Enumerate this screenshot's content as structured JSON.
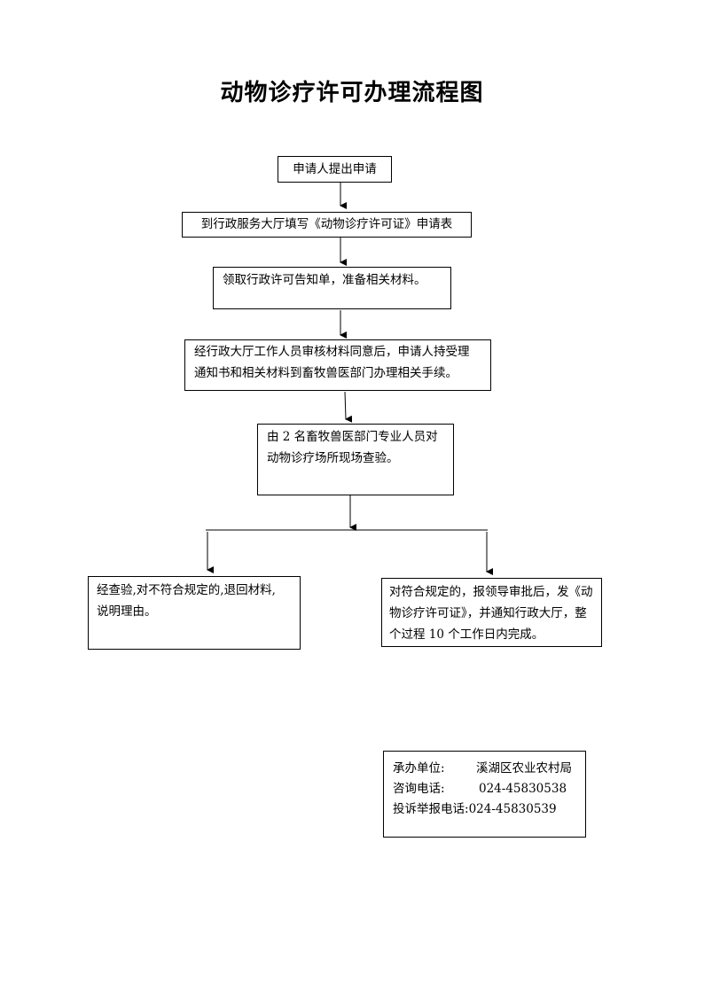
{
  "title": "动物诊疗许可办理流程图",
  "steps": {
    "step1": "申请人提出申请",
    "step2": "到行政服务大厅填写《动物诊疗许可证》申请表",
    "step3": "领取行政许可告知单，准备相关材料。",
    "step4": {
      "line1": "经行政大厅工作人员审核材料同意后，申请人持受理",
      "line2": "通知书和相关材料到畜牧兽医部门办理相关手续。"
    },
    "step5": {
      "line1": "由 2 名畜牧兽医部门专业人员对",
      "line2": "动物诊疗场所现场查验。"
    }
  },
  "outcomes": {
    "reject": {
      "line1": "经查验,对不符合规定的,退回材料,",
      "line2": "说明理由。"
    },
    "approve": {
      "line1": "对符合规定的，报领导审批后，发《动",
      "line2": "物诊疗许可证》，并通知行政大厅，整",
      "line3": "个过程 10 个工作日内完成。"
    }
  },
  "contact": {
    "unit_label": "承办单位:",
    "unit_value": "溪湖区农业农村局",
    "phone_label": "咨询电话:",
    "phone_value": "024-45830538",
    "complaint_label": "投诉举报电话:",
    "complaint_value": "024-45830539"
  }
}
